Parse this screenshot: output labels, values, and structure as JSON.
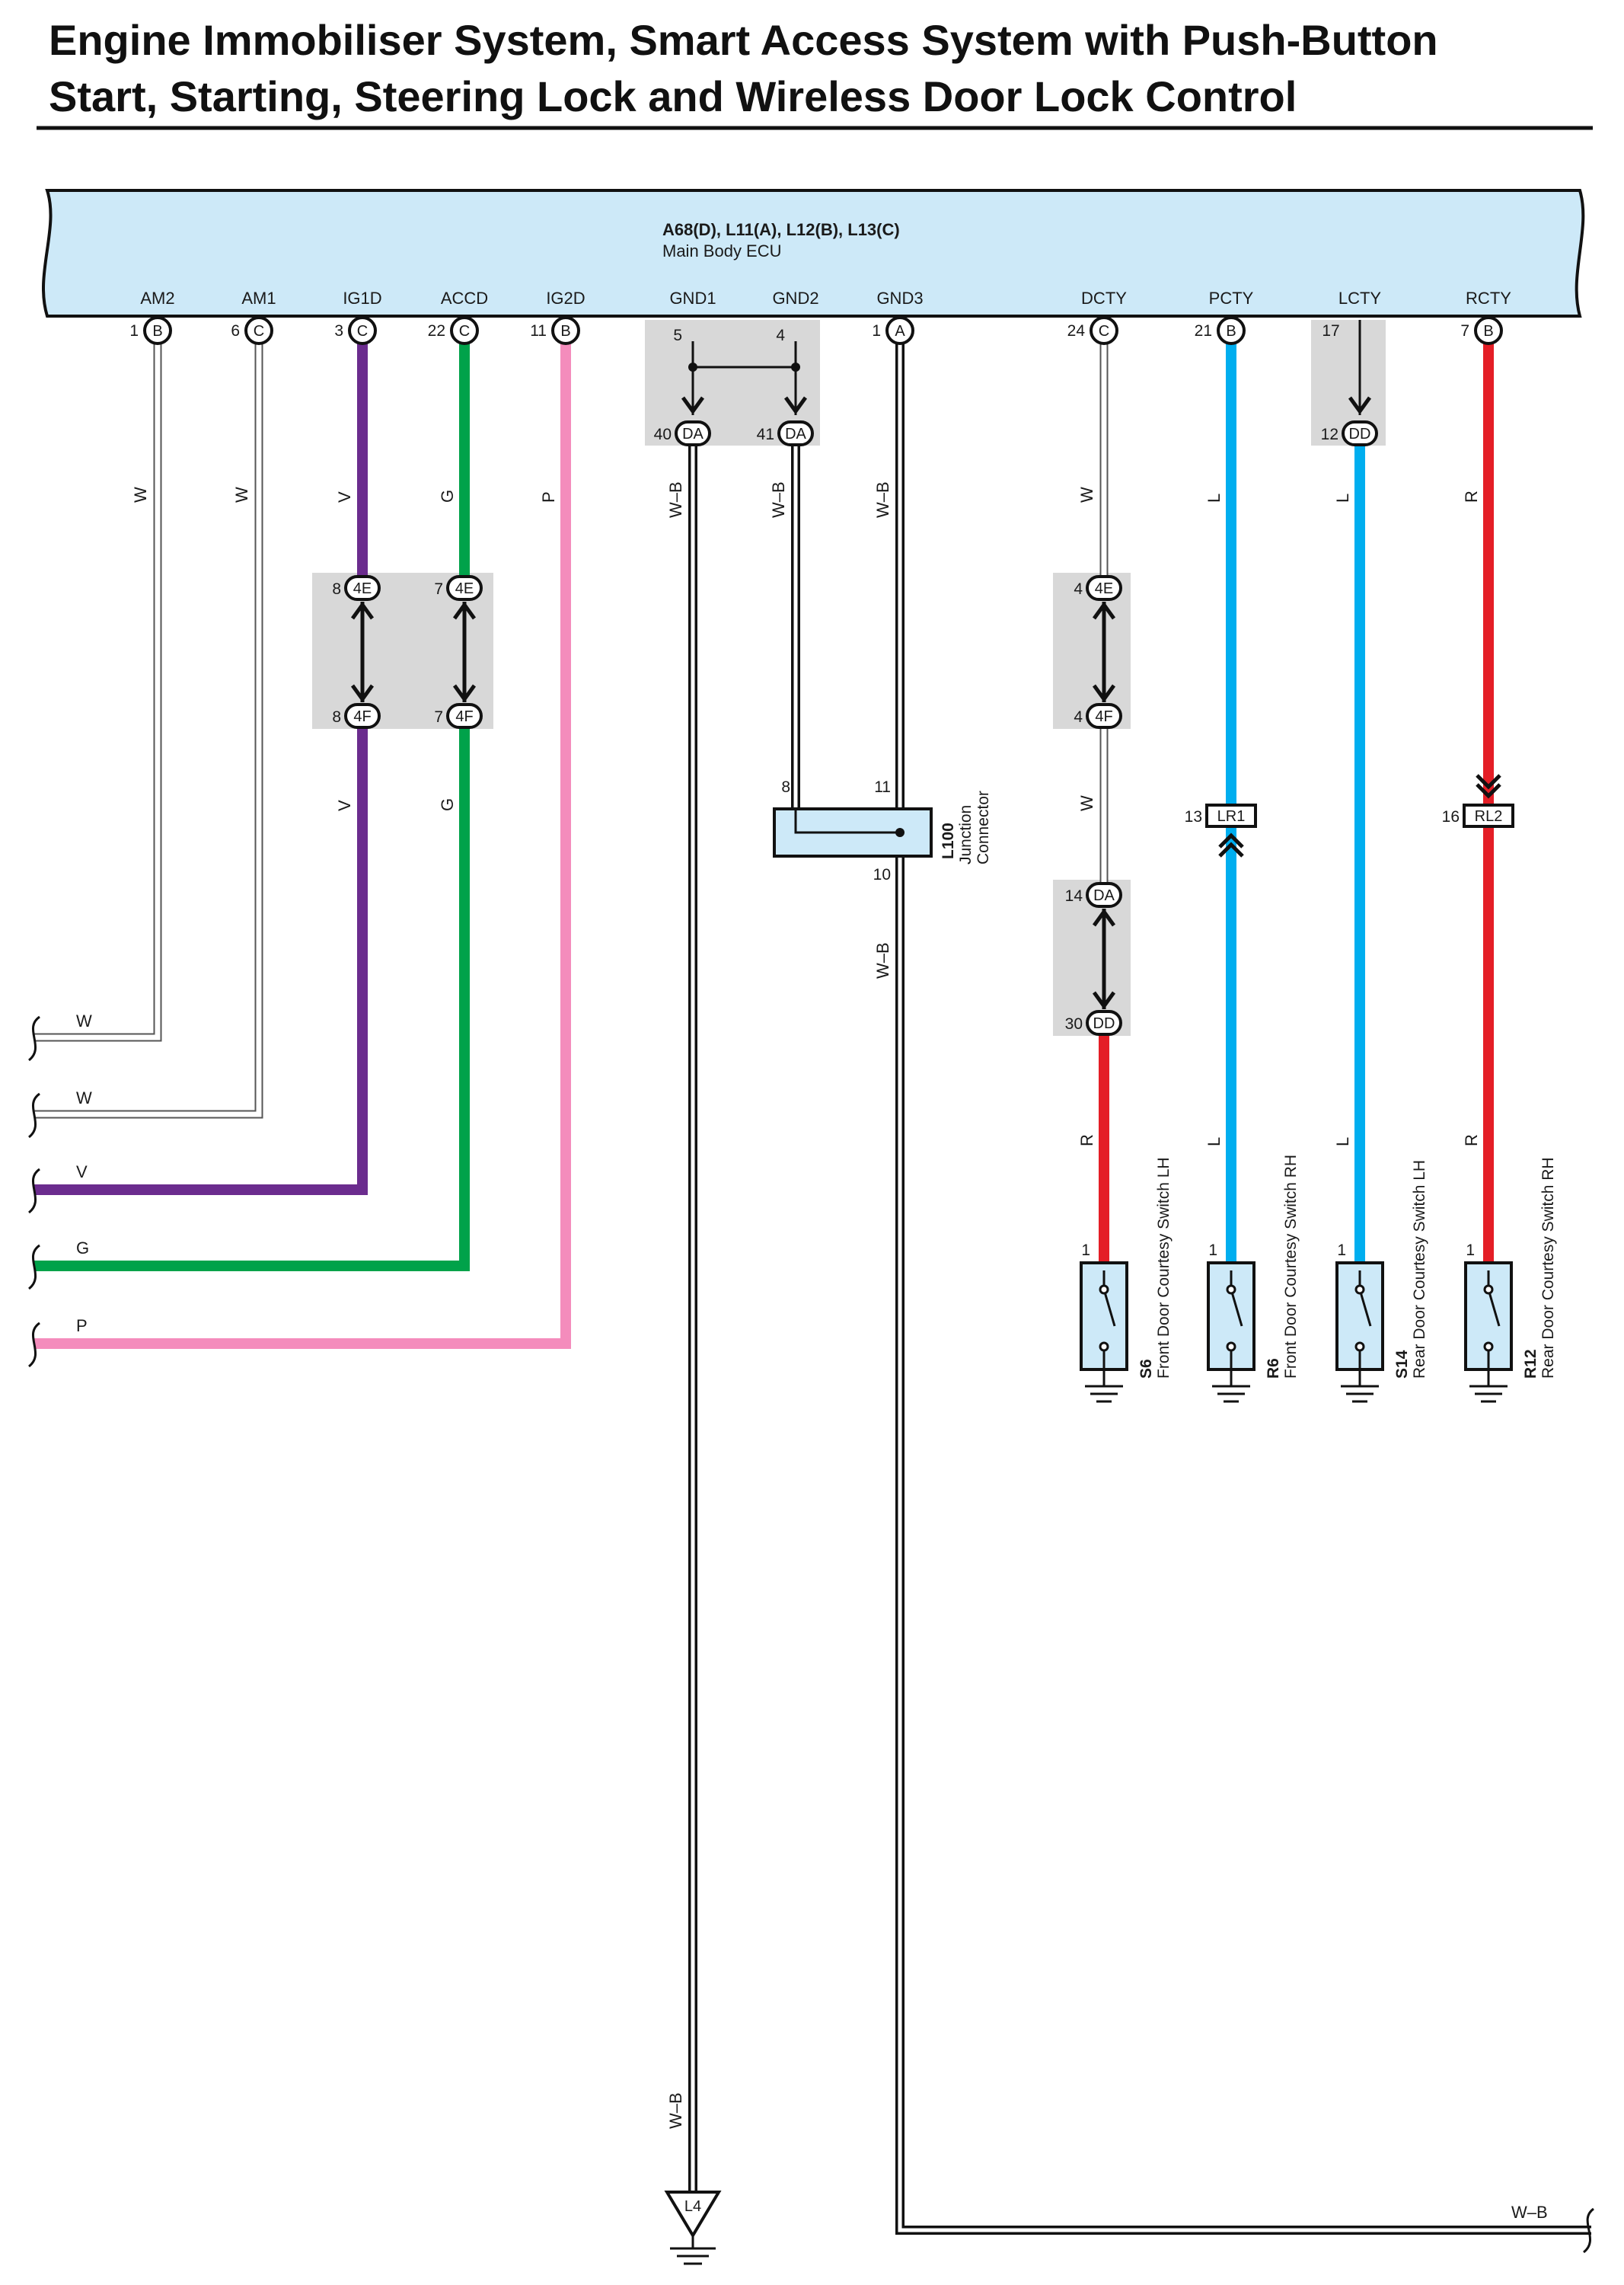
{
  "title": {
    "line1": "Engine Immobiliser System, Smart Access System with Push-Button",
    "line2": "Start, Starting, Steering Lock and Wireless Door Lock Control"
  },
  "colors": {
    "ecu_fill": "#cde9f8",
    "junction_fill": "#d8d8d8",
    "wire_W": "#c8c8c8",
    "wire_V": "#6b2c8e",
    "wire_G": "#00a24a",
    "wire_P": "#f48cbc",
    "wire_L": "#00aeef",
    "wire_R": "#e41e26",
    "wire_WB": "#ffffff"
  },
  "ecu": {
    "codes": "A68(D), L11(A), L12(B), L13(C)",
    "name": "Main Body ECU",
    "terminals": [
      {
        "signal": "AM2",
        "pin": "1",
        "conn": "B"
      },
      {
        "signal": "AM1",
        "pin": "6",
        "conn": "C"
      },
      {
        "signal": "IG1D",
        "pin": "3",
        "conn": "C"
      },
      {
        "signal": "ACCD",
        "pin": "22",
        "conn": "C"
      },
      {
        "signal": "IG2D",
        "pin": "11",
        "conn": "B"
      },
      {
        "signal": "GND1",
        "pin": "5",
        "conn": ""
      },
      {
        "signal": "GND2",
        "pin": "4",
        "conn": ""
      },
      {
        "signal": "GND3",
        "pin": "1",
        "conn": "A"
      },
      {
        "signal": "DCTY",
        "pin": "24",
        "conn": "C"
      },
      {
        "signal": "PCTY",
        "pin": "21",
        "conn": "B"
      },
      {
        "signal": "LCTY",
        "pin": "17",
        "conn": ""
      },
      {
        "signal": "RCTY",
        "pin": "7",
        "conn": "B"
      }
    ]
  },
  "junctions": {
    "gnd1_out": {
      "pin": "40",
      "conn": "DA"
    },
    "gnd2_out": {
      "pin": "41",
      "conn": "DA"
    },
    "lcty_out": {
      "pin": "12",
      "conn": "DD"
    },
    "ig1d_top": {
      "pin": "8",
      "conn": "4E"
    },
    "ig1d_bot": {
      "pin": "8",
      "conn": "4F"
    },
    "accd_top": {
      "pin": "7",
      "conn": "4E"
    },
    "accd_bot": {
      "pin": "7",
      "conn": "4F"
    },
    "dcty_top": {
      "pin": "4",
      "conn": "4E"
    },
    "dcty_bot": {
      "pin": "4",
      "conn": "4F"
    },
    "dcty_da": {
      "pin": "14",
      "conn": "DA"
    },
    "dcty_dd": {
      "pin": "30",
      "conn": "DD"
    }
  },
  "wire_colors": {
    "am2": "W",
    "am1": "W",
    "ig1d": "V",
    "accd": "G",
    "ig2d": "P",
    "gnd1": "W–B",
    "gnd2": "W–B",
    "gnd3": "W–B",
    "gnd3_lower": "W–B",
    "gnd1_lower": "W–B",
    "gnd3_bottom": "W–B",
    "dcty_upper": "W",
    "dcty_mid": "W",
    "dcty_lower": "R",
    "pcty_upper": "L",
    "pcty_lower": "L",
    "lcty_upper": "L",
    "lcty_lower": "L",
    "rcty_upper": "R",
    "rcty_lower": "R",
    "left_am2": "W",
    "left_am1": "W",
    "left_ig1d": "V",
    "left_accd": "G",
    "left_ig2d": "P",
    "ig1d_lower": "V",
    "accd_lower": "G"
  },
  "inline_connectors": {
    "lr1": {
      "pin": "13",
      "label": "LR1"
    },
    "rl2": {
      "pin": "16",
      "label": "RL2"
    }
  },
  "junction_connector": {
    "code": "L100",
    "name": "Junction Connector",
    "pin_in": "8",
    "pin_out_top": "11",
    "pin_out_bottom": "10"
  },
  "ground": {
    "label": "L4"
  },
  "switches": [
    {
      "pin": "1",
      "code": "S6",
      "name": "Front Door Courtesy Switch LH"
    },
    {
      "pin": "1",
      "code": "R6",
      "name": "Front Door Courtesy Switch RH"
    },
    {
      "pin": "1",
      "code": "S14",
      "name": "Rear Door Courtesy Switch LH"
    },
    {
      "pin": "1",
      "code": "R12",
      "name": "Rear Door Courtesy Switch RH"
    }
  ]
}
